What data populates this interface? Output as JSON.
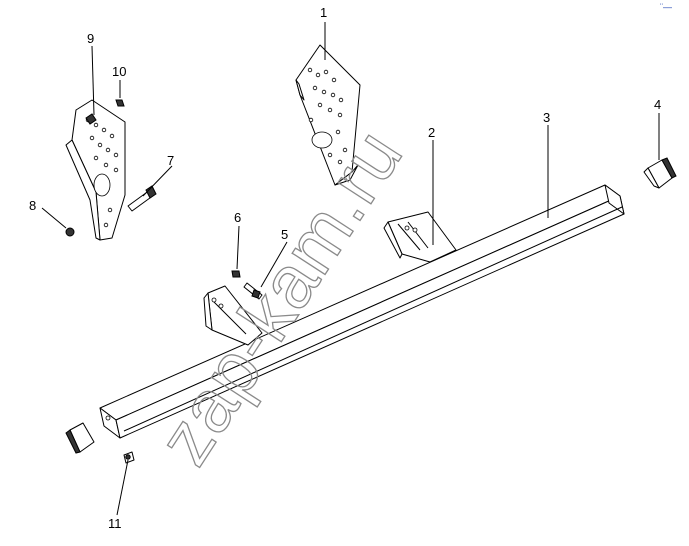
{
  "callouts": [
    {
      "id": "1",
      "text": "1"
    },
    {
      "id": "2",
      "text": "2"
    },
    {
      "id": "3",
      "text": "3"
    },
    {
      "id": "4",
      "text": "4"
    },
    {
      "id": "5",
      "text": "5"
    },
    {
      "id": "6",
      "text": "6"
    },
    {
      "id": "7",
      "text": "7"
    },
    {
      "id": "8",
      "text": "8"
    },
    {
      "id": "9",
      "text": "9"
    },
    {
      "id": "10",
      "text": "10"
    },
    {
      "id": "11",
      "text": "11"
    }
  ],
  "watermark": "zap-kam.ru",
  "corner_mark": "¨—",
  "colors": {
    "line": "#000000",
    "watermark": "#8a8a8a",
    "corner": "#1a3fb0"
  }
}
